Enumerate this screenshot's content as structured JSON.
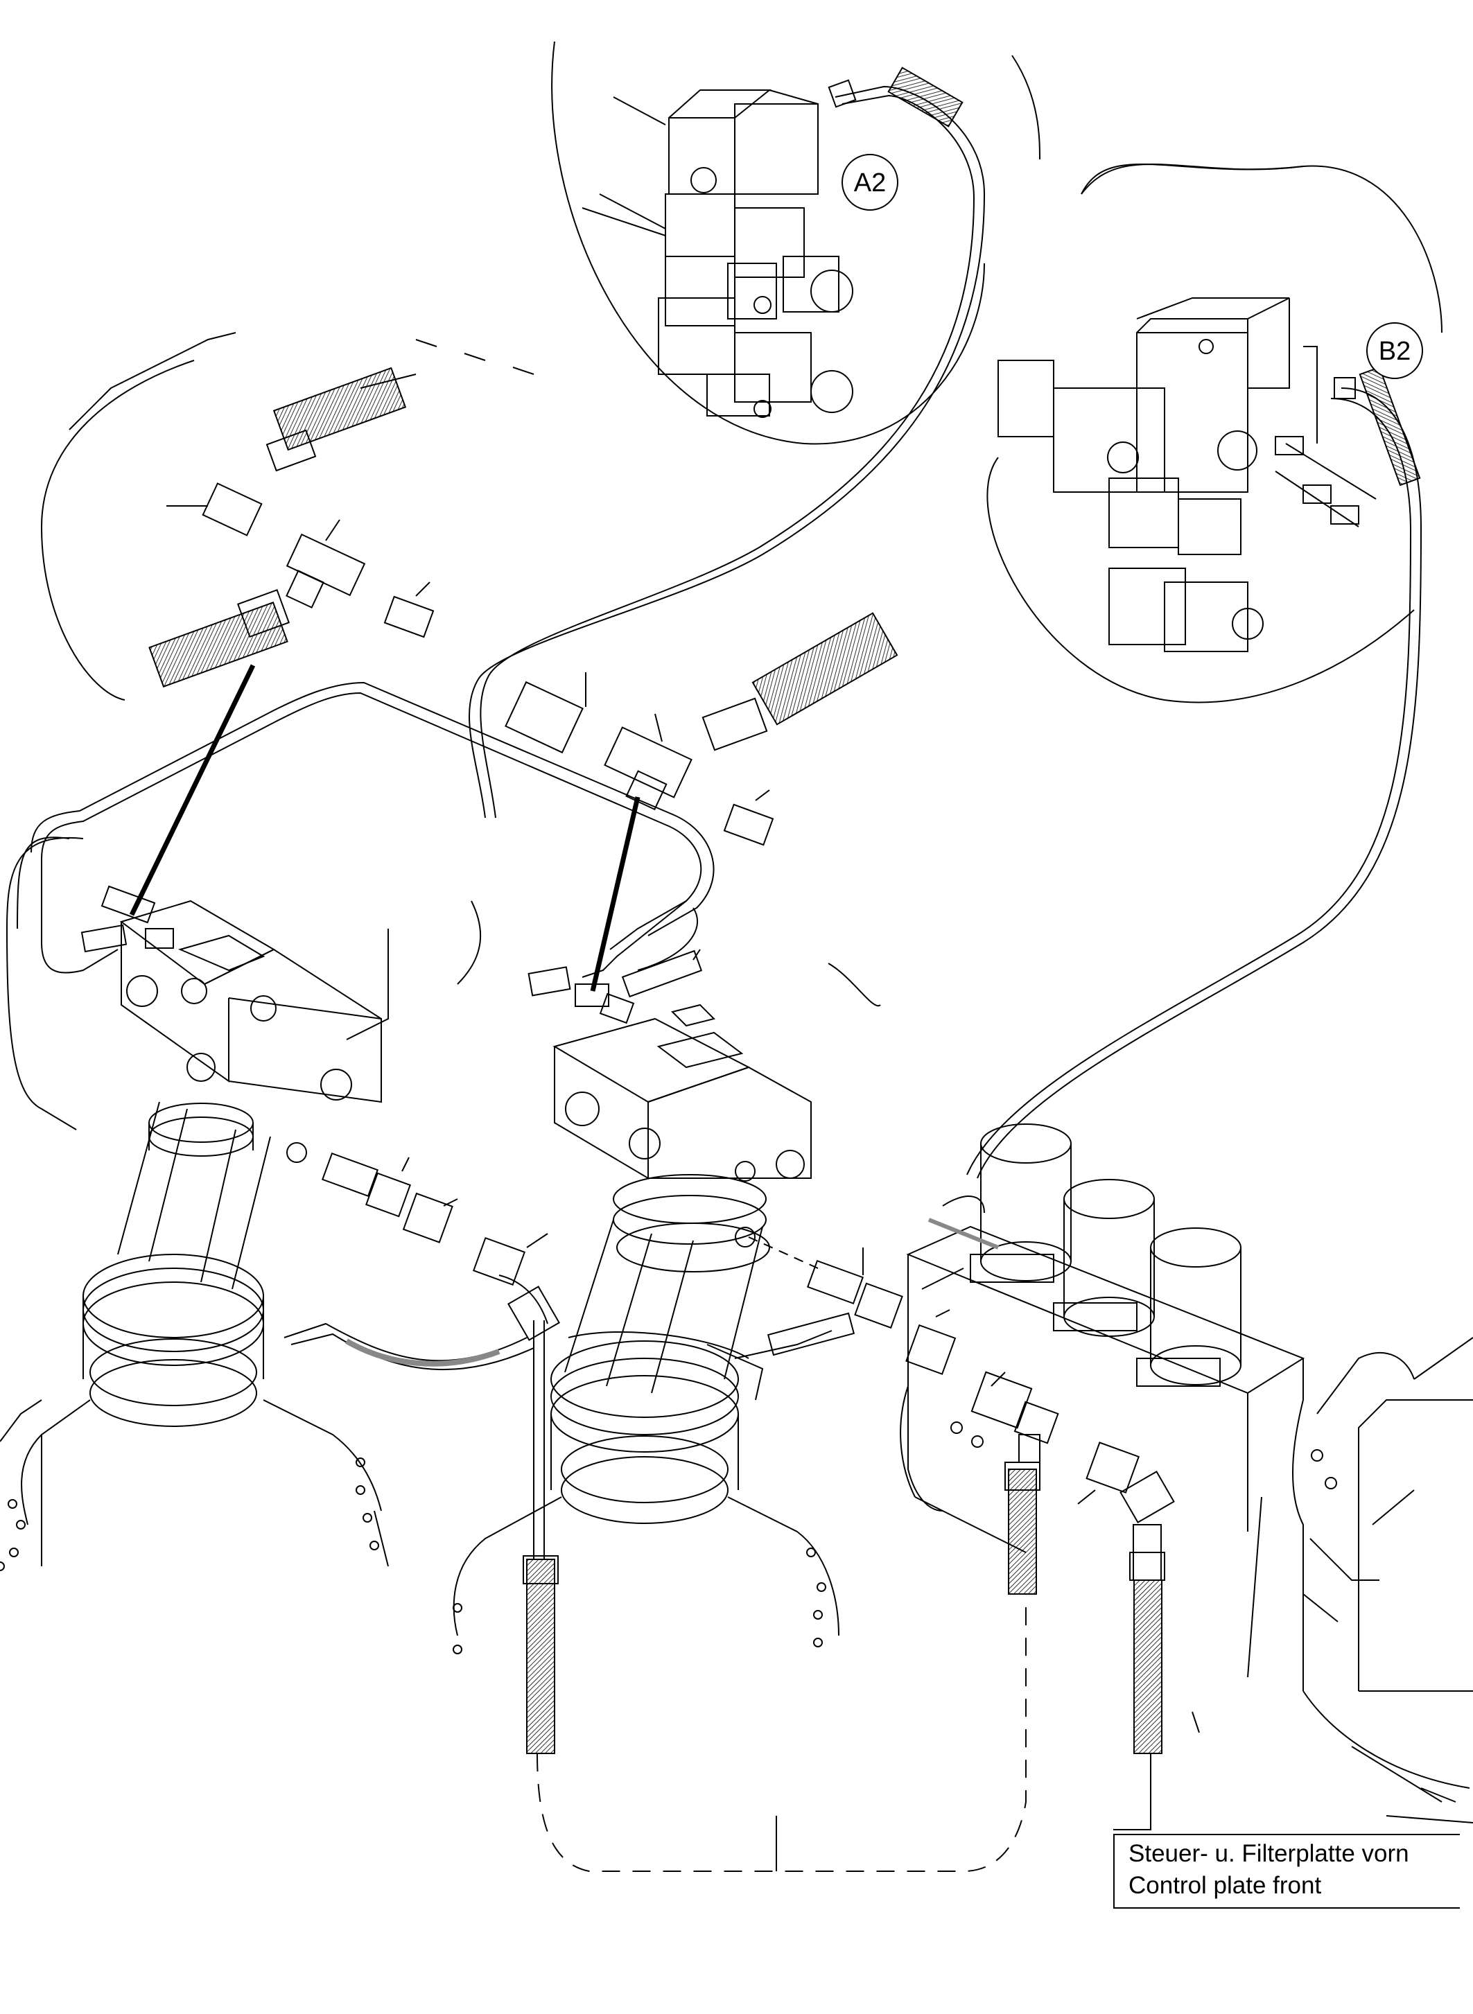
{
  "callouts": {
    "a2": "A2",
    "b2": "B2"
  },
  "caption": {
    "line_de": "Steuer- u. Filterplatte vorn",
    "line_en": "Control plate front"
  },
  "colors": {
    "line": "#000000",
    "background": "#ffffff",
    "hose_shade": "#888888"
  }
}
